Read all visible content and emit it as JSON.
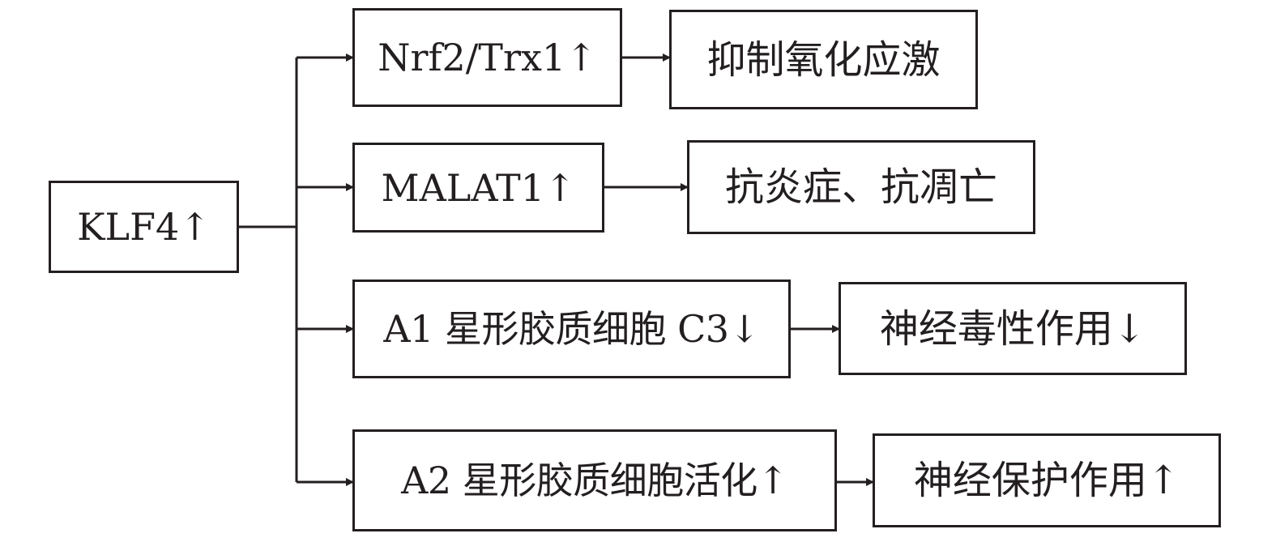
{
  "diagram": {
    "root": {
      "label": "KLF4↑"
    },
    "branches": [
      {
        "mediator": "Nrf2/Trx1↑",
        "effect": "抑制氧化应激"
      },
      {
        "mediator": "MALAT1↑",
        "effect": "抗炎症、抗凋亡"
      },
      {
        "mediator": "A1 星形胶质细胞 C3↓",
        "effect": "神经毒性作用↓"
      },
      {
        "mediator": "A2 星形胶质细胞活化↑",
        "effect": "神经保护作用↑"
      }
    ]
  },
  "colors": {
    "stroke": "#231f20",
    "background": "#ffffff"
  }
}
